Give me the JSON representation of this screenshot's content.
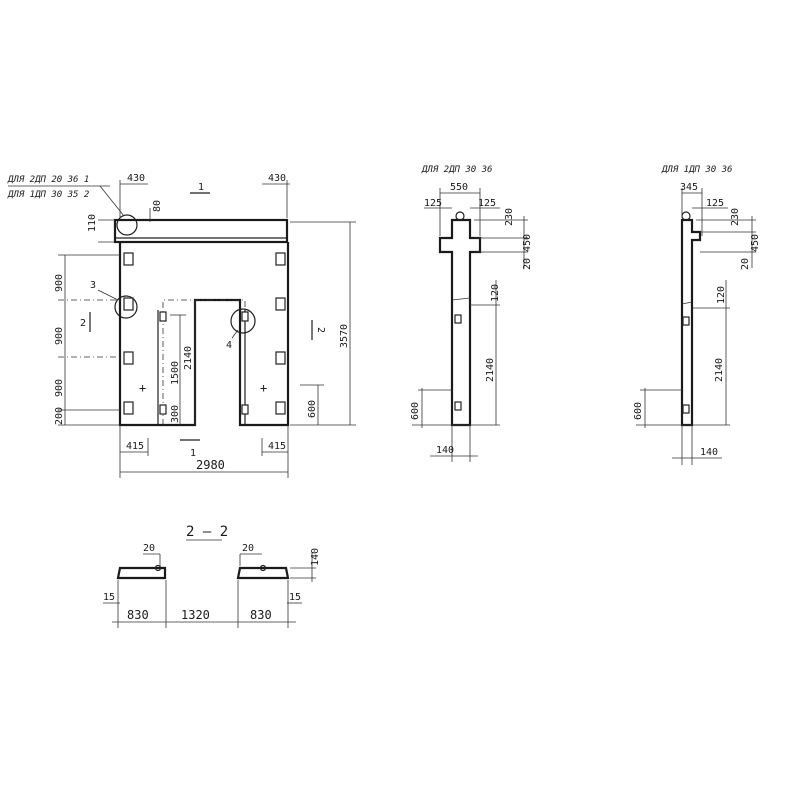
{
  "front_view": {
    "callouts": {
      "line1": "ДЛЯ 2ДП 20 36  1",
      "line2": "ДЛЯ 1ДП 30 35  2",
      "node3": "3",
      "node4": "4"
    },
    "dims": {
      "top_left_430": "430",
      "top_right_430": "430",
      "top_80": "80",
      "left_110": "110",
      "v900a": "900",
      "v900b": "900",
      "v900c": "900",
      "v200": "200",
      "overall_height": "3570",
      "inner_1500": "1500",
      "inner_2140": "2140",
      "inner_300": "300",
      "right_600": "600",
      "bottom_415_left": "415",
      "bottom_415_right": "415",
      "overall_width": "2980"
    },
    "section_marks": {
      "top_1": "1",
      "bottom_1": "1",
      "left_2": "2",
      "right_2": "2"
    }
  },
  "side_view_2dp": {
    "title": "ДЛЯ 2ДП 30 36",
    "dims": {
      "w550": "550",
      "d125_left": "125",
      "d125_right": "125",
      "d230": "230",
      "d450": "450",
      "d20": "20",
      "d120": "120",
      "d2140": "2140",
      "d600": "600",
      "d140": "140"
    }
  },
  "side_view_1dp": {
    "title": "ДЛЯ 1ДП 30 36",
    "dims": {
      "w345": "345",
      "d125": "125",
      "d230": "230",
      "d450": "450",
      "d20": "20",
      "d120": "120",
      "d2140": "2140",
      "d600": "600",
      "d140": "140"
    }
  },
  "section_2_2": {
    "title": "2 — 2",
    "dims": {
      "left_20": "20",
      "right_20": "20",
      "h140": "140",
      "left_15": "15",
      "right_15": "15",
      "w830_left": "830",
      "w1320": "1320",
      "w830_right": "830"
    }
  }
}
